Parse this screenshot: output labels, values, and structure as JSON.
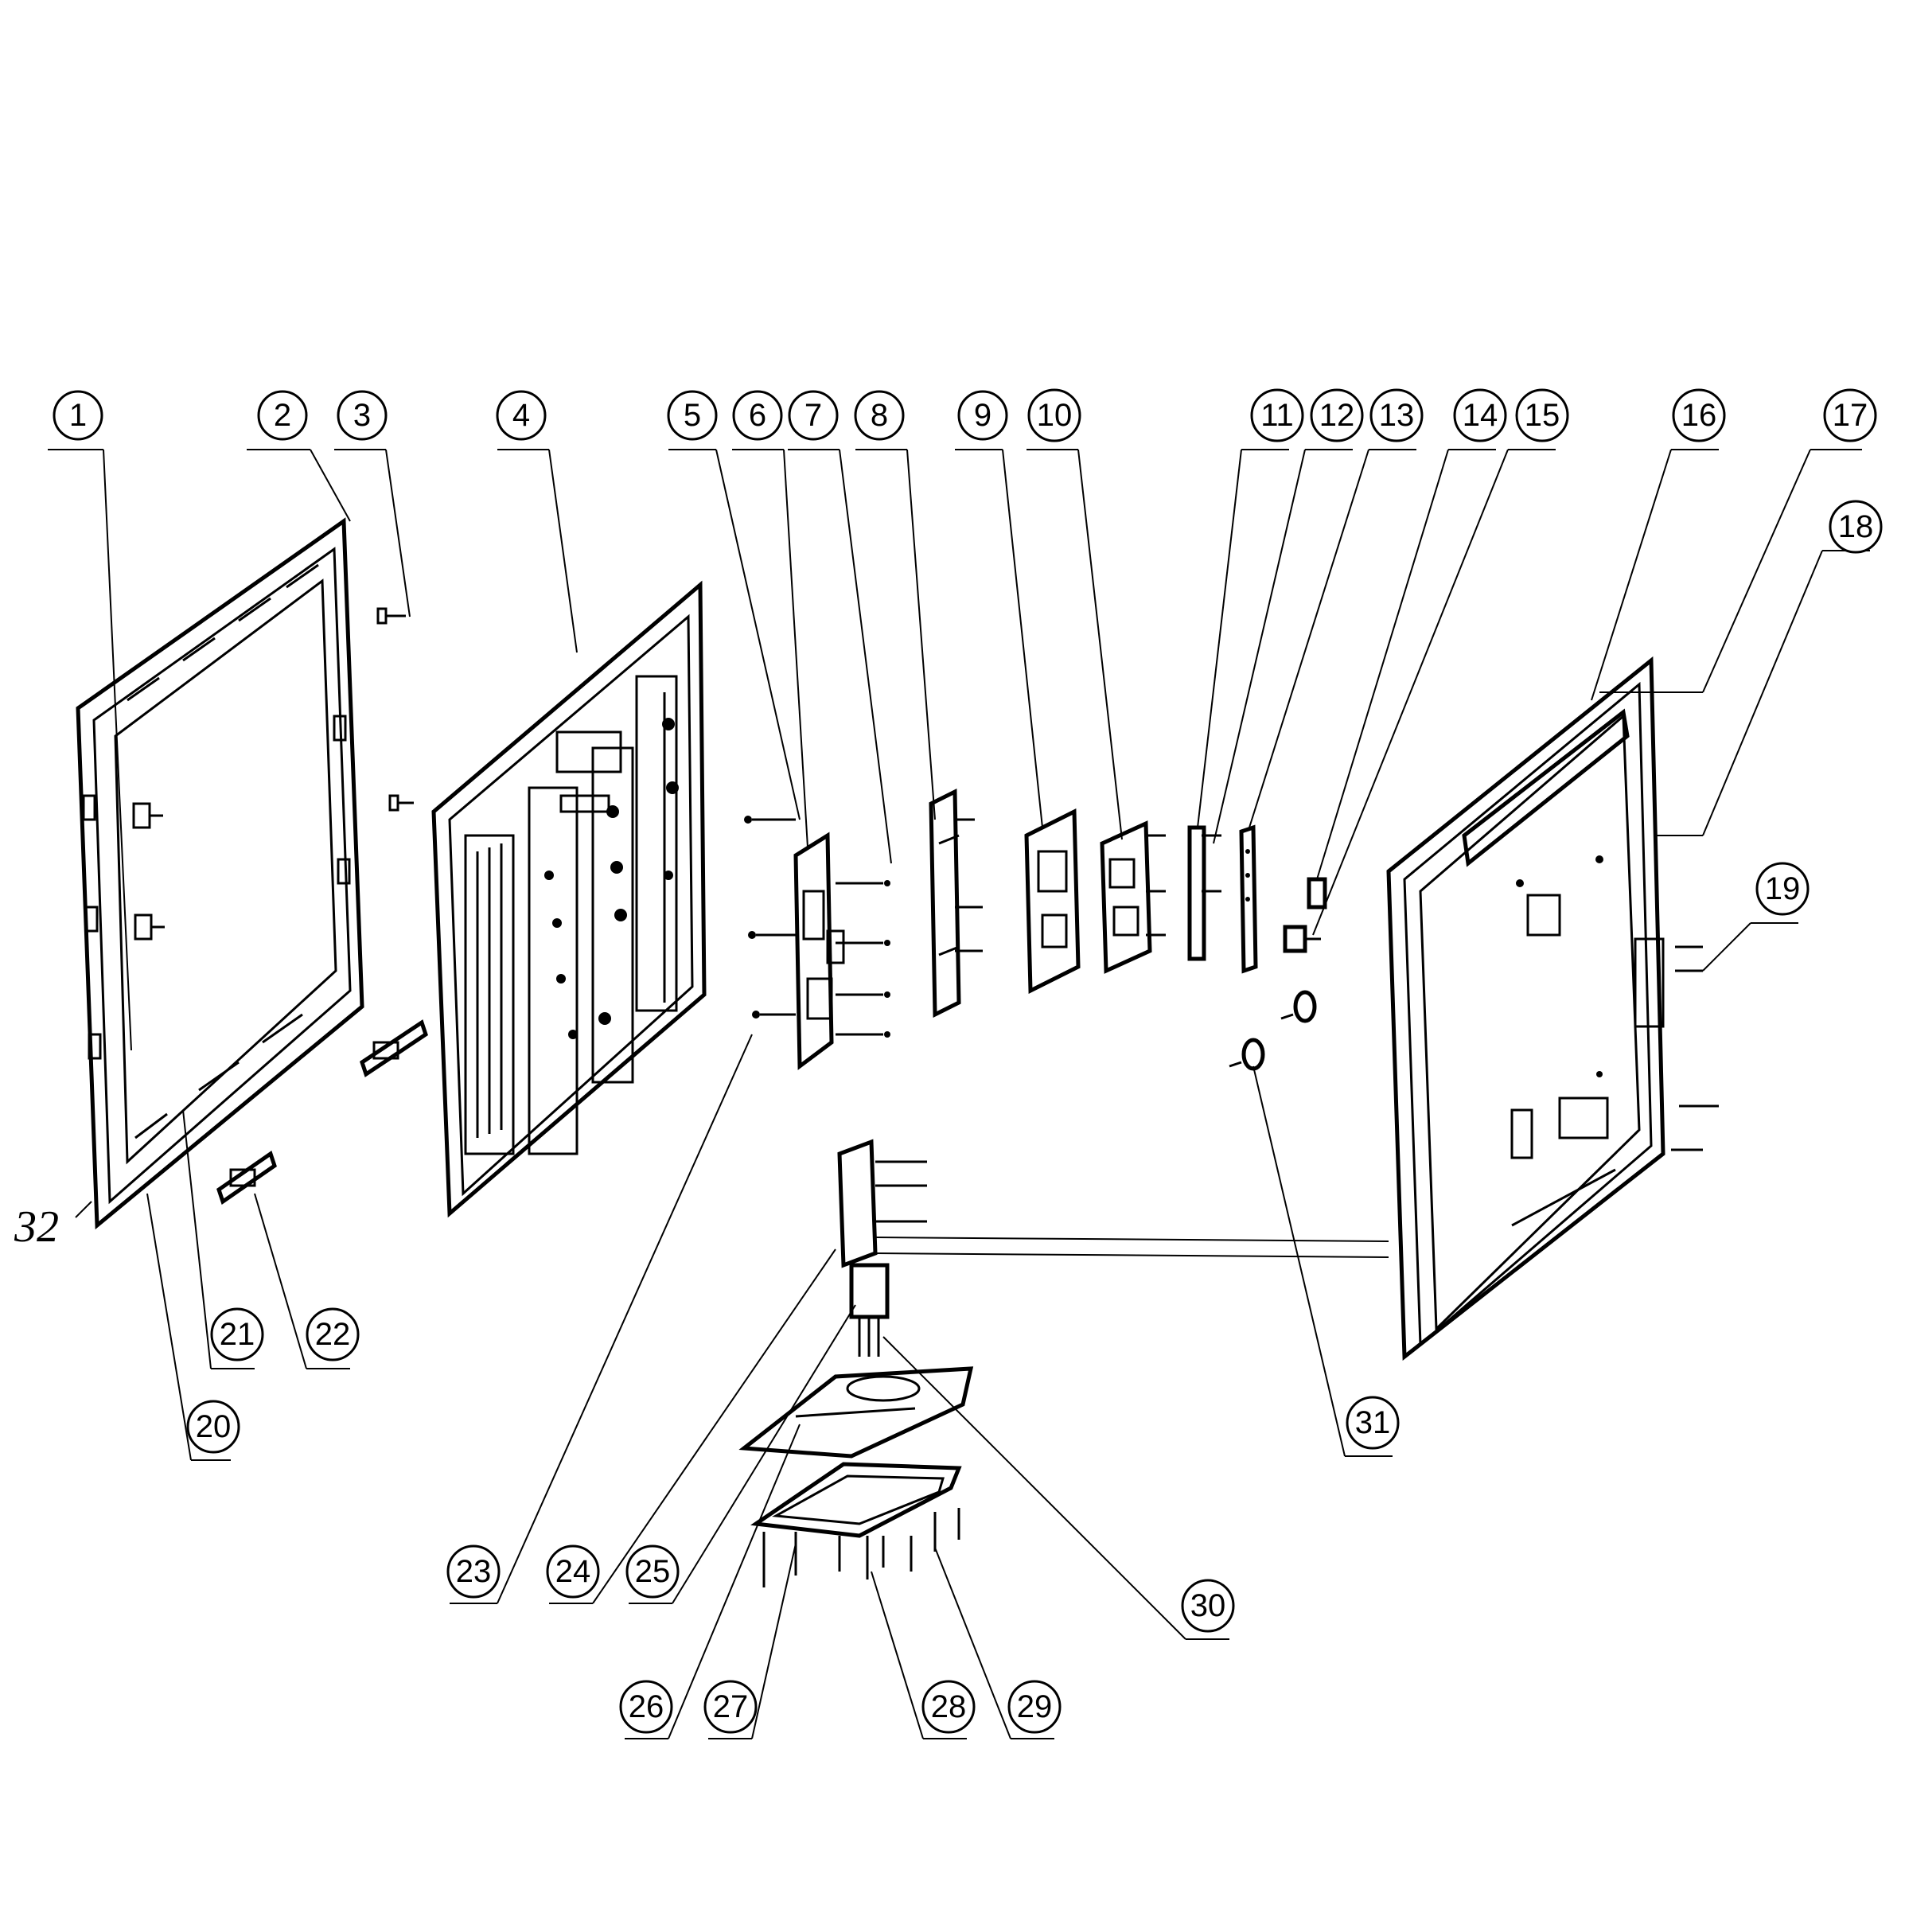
{
  "callouts": [
    "1",
    "2",
    "3",
    "4",
    "5",
    "6",
    "7",
    "8",
    "9",
    "10",
    "11",
    "12",
    "13",
    "14",
    "15",
    "16",
    "17",
    "18",
    "19",
    "20",
    "21",
    "22",
    "23",
    "24",
    "25",
    "26",
    "27",
    "28",
    "29",
    "30",
    "31"
  ],
  "free_label": "32"
}
